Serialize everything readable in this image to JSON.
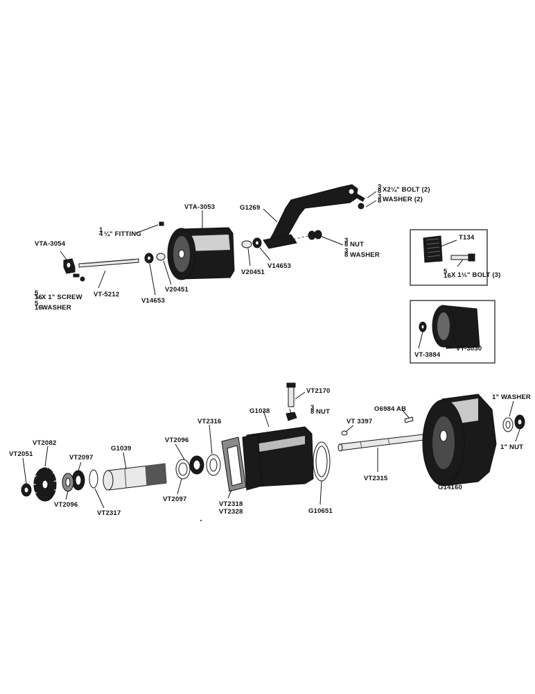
{
  "labels": {
    "bolt_x2": "X2¼\" BOLT (2)",
    "washer_2": "WASHER (2)",
    "vta3053": "VTA-3053",
    "g1269": "G1269",
    "fitting": "¼\" FITTING",
    "vta3054": "VTA-3054",
    "nut_small": "NUT",
    "washer_small": "WASHER",
    "vt5212": "VT-5212",
    "v14653_a": "V14653",
    "v20451_a": "V20451",
    "v20451_b": "V20451",
    "v14653_b": "V14653",
    "screw": "X 1\" SCREW",
    "washer_screw": "WASHER",
    "t134": "T134",
    "bolt_3": "X 1½\" BOLT (3)",
    "vt3030": "VT-3030",
    "vt3884": "VT-3884",
    "vt2170": "VT2170",
    "nut_vt2170": "NUT",
    "g1038": "G1038",
    "o6984ab": "O6984 AB",
    "washer_1in": "1\" WASHER",
    "vt3397": "VT 3397",
    "vt2316": "VT2316",
    "g1039": "G1039",
    "vt2096_a": "VT2096",
    "vt2082": "VT2082",
    "vt2097_a": "VT2097",
    "vt2051": "VT2051",
    "vt2097_b": "VT2097",
    "vt2096_b": "VT2096",
    "vt2317": "VT2317",
    "vt2318": "VT2318",
    "vt2328": "VT2328",
    "g10651": "G10651",
    "vt2315": "VT2315",
    "g14160": "G14160",
    "nut_1in": "1\" NUT"
  }
}
